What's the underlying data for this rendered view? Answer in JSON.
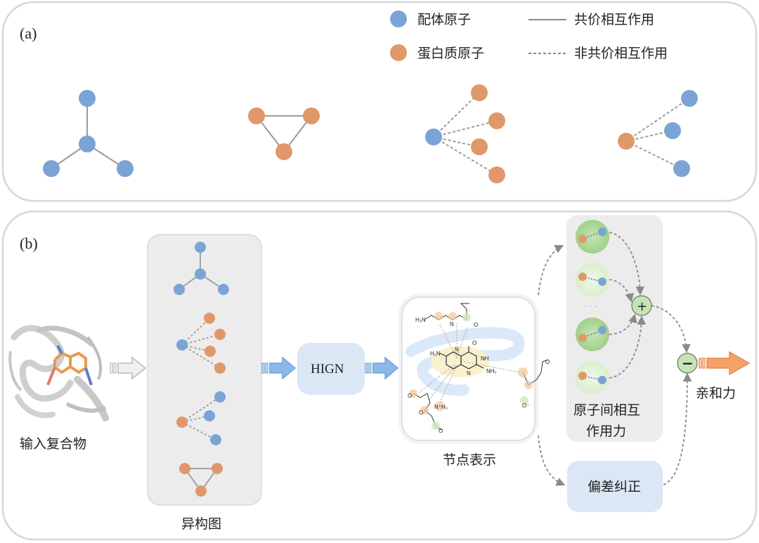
{
  "panel_a": {
    "label": "(a)",
    "legend": {
      "ligand_atom": "配体原子",
      "protein_atom": "蛋白质原子",
      "covalent": "共价相互作用",
      "noncovalent": "非共价相互作用"
    }
  },
  "panel_b": {
    "label": "(b)",
    "input_complex": "输入复合物",
    "hetero_graph": "异构图",
    "model": "HIGN",
    "node_repr": "节点表示",
    "atom_force_line1": "原子间相互",
    "atom_force_line2": "作用力",
    "bias_correction": "偏差纠正",
    "affinity": "亲和力",
    "plus": "+",
    "minus": "−",
    "ellipsis": "· · ·",
    "molecule_labels": [
      "H₂N",
      "N",
      "O",
      "NH",
      "NH₂",
      "N",
      "N",
      "H₂N",
      "O",
      "O",
      "O⁻",
      "O",
      "O",
      "N⁺H₃",
      "O"
    ]
  },
  "colors": {
    "ligand": "#7ba4d4",
    "protein": "#e0986a",
    "edge": "#9a9a9a",
    "panel_border": "#d6d6d6",
    "hign_box": "#dbe7f5",
    "arrow_blue": "#8ab8e8",
    "arrow_orange": "#f3a26a"
  }
}
